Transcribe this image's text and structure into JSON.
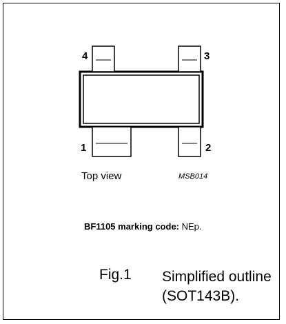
{
  "diagram": {
    "pins": [
      {
        "number": "4"
      },
      {
        "number": "3"
      },
      {
        "number": "1"
      },
      {
        "number": "2"
      }
    ],
    "view_label": "Top view",
    "drawing_code": "MSB014"
  },
  "marking": {
    "label": "BF1105 marking code:",
    "value": " NEp."
  },
  "figure": {
    "number": "Fig.1",
    "caption": "Simplified outline (SOT143B)."
  }
}
